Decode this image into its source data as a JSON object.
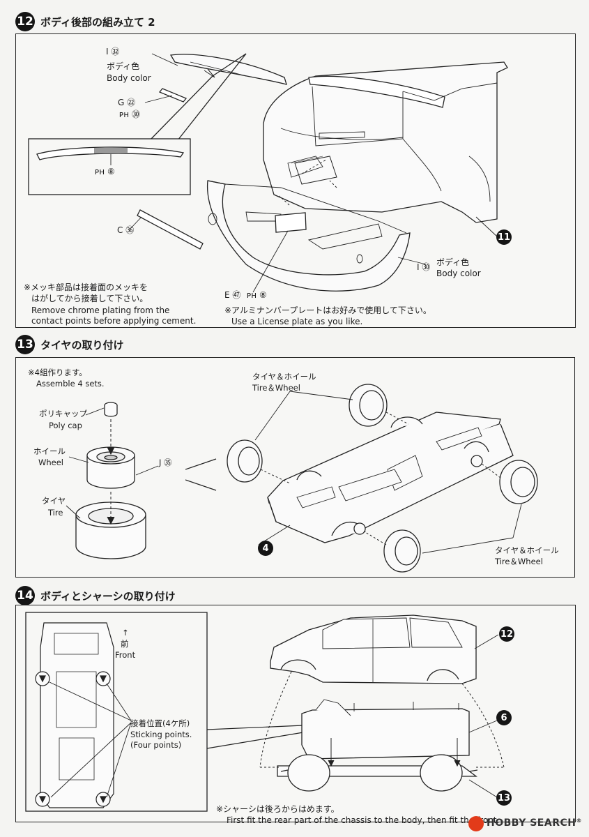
{
  "step12": {
    "number": "12",
    "title": "ボディ後部の組み立て 2",
    "part_i32": "I ㉜",
    "body_color_jp": "ボディ色",
    "body_color_en": "Body color",
    "part_g22": "G ㉒",
    "part_ph30": "ᴘʜ ㉚",
    "part_ph8_inset": "ᴘʜ ⑧",
    "part_c36": "C ㊱",
    "part_e47": "E ㊼",
    "part_ph8_plate": "ᴘʜ ⑧",
    "part_i30": "I ㉚",
    "body_color2_jp": "ボディ色",
    "body_color2_en": "Body color",
    "ref_badge": "11",
    "note_chrome_jp1": "※メッキ部品は接着面のメッキを",
    "note_chrome_jp2": "はがしてから接着して下さい。",
    "note_chrome_en1": "Remove chrome plating from the",
    "note_chrome_en2": "contact points before applying cement.",
    "note_plate_jp": "※アルミナンバープレートはお好みで使用して下さい。",
    "note_plate_en": "Use a License plate as you like."
  },
  "step13": {
    "number": "13",
    "title": "タイヤの取り付け",
    "assemble_jp": "※4組作ります。",
    "assemble_en": "Assemble 4 sets.",
    "polycap_jp": "ポリキャップ",
    "polycap_en": "Poly cap",
    "wheel_jp": "ホイール",
    "wheel_en": "Wheel",
    "part_j35": "J ㉟",
    "tire_jp": "タイヤ",
    "tire_en": "Tire",
    "tirewheel_top_jp": "タイヤ＆ホイール",
    "tirewheel_top_en": "Tire＆Wheel",
    "tirewheel_bottom_jp": "タイヤ＆ホイール",
    "tirewheel_bottom_en": "Tire＆Wheel",
    "ref_badge": "4"
  },
  "step14": {
    "number": "14",
    "title": "ボディとシャーシの取り付け",
    "front_arrow": "↑",
    "front_jp": "前",
    "front_en": "Front",
    "sticking_jp": "接着位置(4ケ所)",
    "sticking_en1": "Sticking points.",
    "sticking_en2": "(Four points)",
    "ref_body": "12",
    "ref_chassis": "6",
    "ref_wheels": "13",
    "note_jp": "※シャーシは後ろからはめます。",
    "note_en": "First fit the rear part of the chassis to the body, then fit the front."
  },
  "watermark": {
    "brand": "HOBBY SEARCH",
    "reg": "®"
  }
}
